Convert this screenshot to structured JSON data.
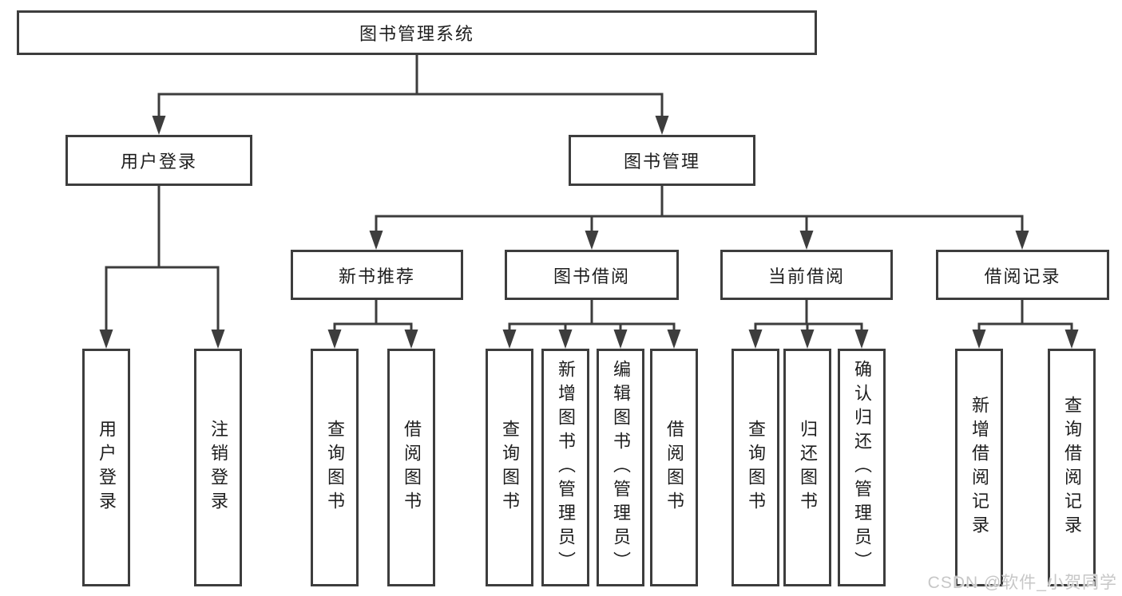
{
  "tree": {
    "root": {
      "label": "图书管理系统"
    },
    "branches": [
      {
        "label": "用户登录",
        "children": [
          {
            "label": "用户登录"
          },
          {
            "label": "注销登录"
          }
        ]
      },
      {
        "label": "图书管理",
        "children": [
          {
            "label": "新书推荐",
            "children": [
              {
                "label": "查询图书"
              },
              {
                "label": "借阅图书"
              }
            ]
          },
          {
            "label": "图书借阅",
            "children": [
              {
                "label": "查询图书"
              },
              {
                "label": "新增图书（管理员）"
              },
              {
                "label": "编辑图书（管理员）"
              },
              {
                "label": "借阅图书"
              }
            ]
          },
          {
            "label": "当前借阅",
            "children": [
              {
                "label": "查询图书"
              },
              {
                "label": "归还图书"
              },
              {
                "label": "确认归还（管理员）"
              }
            ]
          },
          {
            "label": "借阅记录",
            "children": [
              {
                "label": "新增借阅记录"
              },
              {
                "label": "查询借阅记录"
              }
            ]
          }
        ]
      }
    ]
  },
  "watermark": {
    "text": "CSDN @软件_小贺同学"
  },
  "colors": {
    "line": "#3d3d3d",
    "text": "#1e1e1e",
    "background": "#ffffff",
    "watermark": "#c7c7c7"
  }
}
